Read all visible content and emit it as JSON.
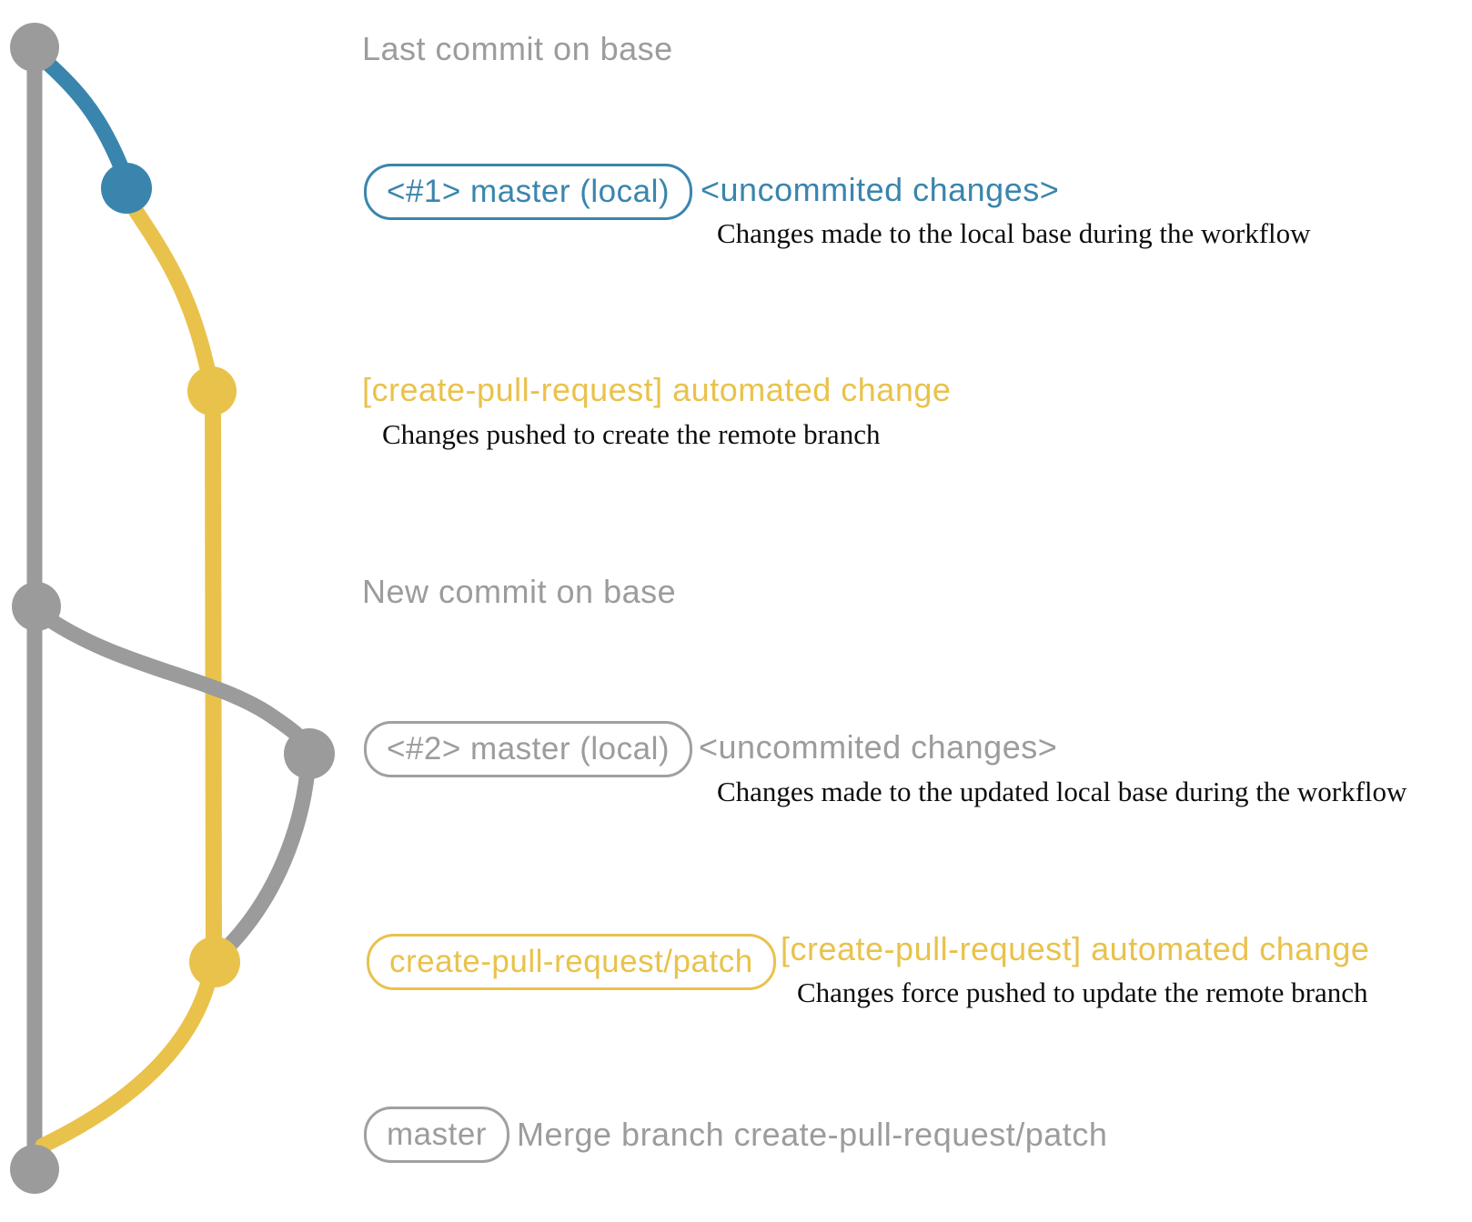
{
  "graph": {
    "colors": {
      "base_branch": "#9b9b9b",
      "local_branch": "#3a85ad",
      "remote_branch": "#e9c24b",
      "heading_text": "#9c9c9c",
      "description_text": "#0d0d0d"
    },
    "branches": [
      {
        "name": "base (master)",
        "color_key": "base_branch"
      },
      {
        "name": "master (local)",
        "color_key": "local_branch"
      },
      {
        "name": "create-pull-request/patch",
        "color_key": "remote_branch"
      }
    ],
    "commits": [
      {
        "id": "last-commit-on-base",
        "branch": "base"
      },
      {
        "id": "uncommitted-changes-1",
        "branch": "master-local"
      },
      {
        "id": "automated-change-1",
        "branch": "create-pull-request-patch"
      },
      {
        "id": "new-commit-on-base",
        "branch": "base"
      },
      {
        "id": "uncommitted-changes-2",
        "branch": "master-local"
      },
      {
        "id": "automated-change-2",
        "branch": "create-pull-request-patch"
      },
      {
        "id": "merge-commit",
        "branch": "base"
      }
    ]
  },
  "rows": {
    "last_commit": {
      "text": "Last commit on base"
    },
    "row1": {
      "badge": "<#1> master (local)",
      "note": "<uncommited changes>",
      "desc": "Changes made to the local base during the workflow"
    },
    "push1": {
      "note": "[create-pull-request] automated change",
      "desc": "Changes pushed to create the remote branch"
    },
    "new_commit": {
      "text": "New commit on base"
    },
    "row2": {
      "badge": "<#2> master (local)",
      "note": "<uncommited changes>",
      "desc": "Changes made to the updated local base during the workflow"
    },
    "push2": {
      "badge": "create-pull-request/patch",
      "note": "[create-pull-request] automated change",
      "desc": "Changes force pushed to update the remote branch"
    },
    "merge": {
      "badge": "master",
      "text": "Merge branch create-pull-request/patch"
    }
  }
}
